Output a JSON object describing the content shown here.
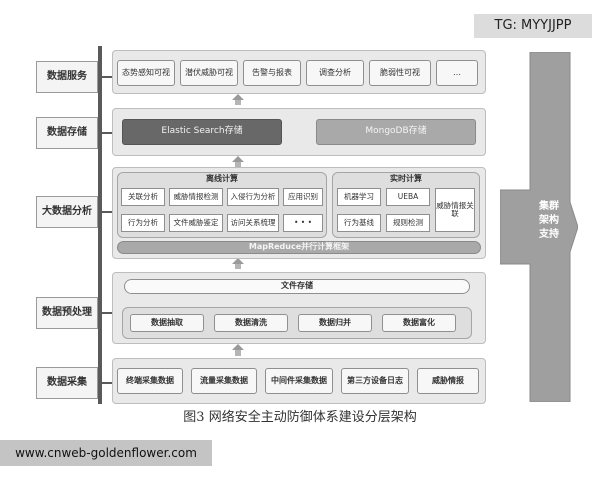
{
  "watermark_top": "TG: MYYJJPP",
  "watermark_bottom": "www.cnweb-goldenflower.com",
  "caption": "图3 网络安全主动防御体系建设分层架构",
  "side_labels": [
    "数据服务",
    "数据存储",
    "大数据分析",
    "数据预处理",
    "数据采集"
  ],
  "right_arrow": {
    "label": "集群\n架构\n支持"
  },
  "services": [
    "态势感知可视",
    "潜伏威胁可视",
    "告警与报表",
    "调查分析",
    "脆弱性可视",
    "…"
  ],
  "storage": [
    "Elastic Search存储",
    "MongoDB存储"
  ],
  "analysis": {
    "offline_title": "离线计算",
    "offline_items": [
      "关联分析",
      "威胁情报检测",
      "入侵行为分析",
      "应用识别",
      "行为分析",
      "文件威胁鉴定",
      "访问关系梳理",
      "• • •"
    ],
    "realtime_title": "实时计算",
    "realtime_items": [
      "机器学习",
      "UEBA",
      "威胁情报关联",
      "行为基线",
      "规则检测"
    ],
    "framework": "MapReduce并行计算框架"
  },
  "preprocess": {
    "file_storage": "文件存储",
    "steps": [
      "数据抽取",
      "数据清洗",
      "数据归并",
      "数据富化"
    ]
  },
  "collection": [
    "终端采集数据",
    "流量采集数据",
    "中间件采集数据",
    "第三方设备日志",
    "威胁情报"
  ]
}
